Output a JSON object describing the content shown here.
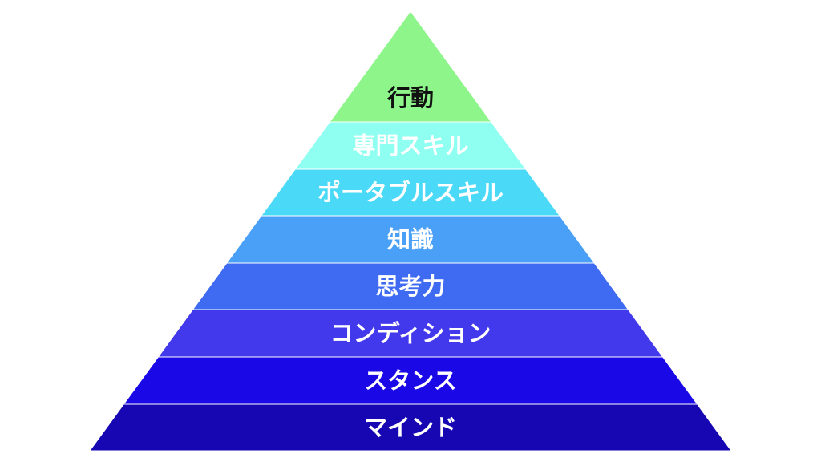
{
  "pyramid": {
    "tiers": [
      {
        "label": "行動",
        "fill": "#8ef58a",
        "text_color": "#111111"
      },
      {
        "label": "専門スキル",
        "fill": "#8ffff1",
        "text_color": "#ffffff"
      },
      {
        "label": "ポータブルスキル",
        "fill": "#4ad9f6",
        "text_color": "#ffffff"
      },
      {
        "label": "知識",
        "fill": "#4aa0f7",
        "text_color": "#ffffff"
      },
      {
        "label": "思考力",
        "fill": "#3f6bf3",
        "text_color": "#ffffff"
      },
      {
        "label": "コンディション",
        "fill": "#4339ec",
        "text_color": "#ffffff"
      },
      {
        "label": "スタンス",
        "fill": "#1a09e6",
        "text_color": "#ffffff"
      },
      {
        "label": "マインド",
        "fill": "#1607b2",
        "text_color": "#ffffff"
      }
    ]
  }
}
